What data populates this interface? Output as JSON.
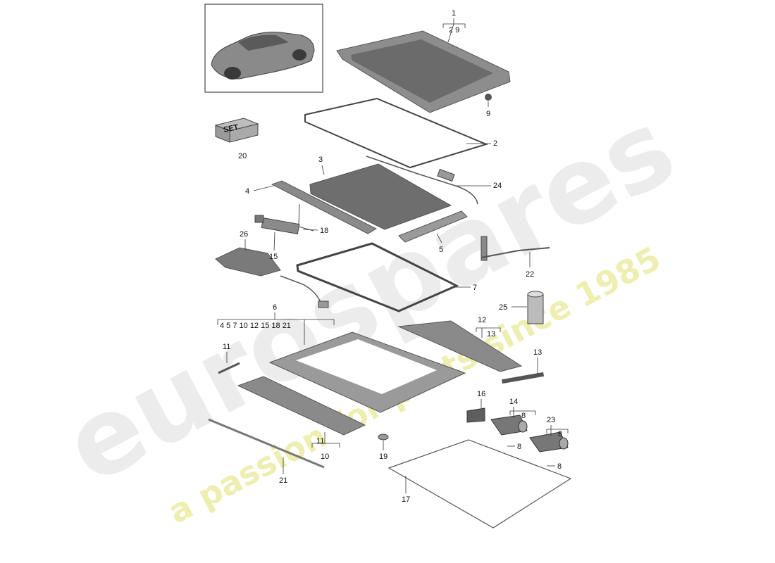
{
  "watermark": {
    "brand": "eurospares",
    "tagline": "a passion for parts since 1985",
    "brand_color": "#e6e6e6",
    "tagline_color": "#ecec9a"
  },
  "set_box_label": "SET",
  "callouts": {
    "c1": "1",
    "c1_sub": "2   9",
    "c2": "2",
    "c3": "3",
    "c4": "4",
    "c5": "5",
    "c6": "6",
    "c6_sub": "4   5    7   10  12  15    18   21",
    "c7": "7",
    "c8a": "8",
    "c8b": "8",
    "c8c": "8",
    "c8d": "8",
    "c9": "9",
    "c10": "10",
    "c10_sub": "11",
    "c11": "11",
    "c12": "12",
    "c12_sub": "13",
    "c13": "13",
    "c14": "14",
    "c15": "15",
    "c16": "16",
    "c17": "17",
    "c18": "18",
    "c19": "19",
    "c20": "20",
    "c21": "21",
    "c22": "22",
    "c23": "23",
    "c24": "24",
    "c25": "25",
    "c26": "26"
  },
  "colors": {
    "part_dark": "#6e6e6e",
    "part_mid": "#9a9a9a",
    "part_light": "#c4c4c4",
    "line": "#333333"
  }
}
